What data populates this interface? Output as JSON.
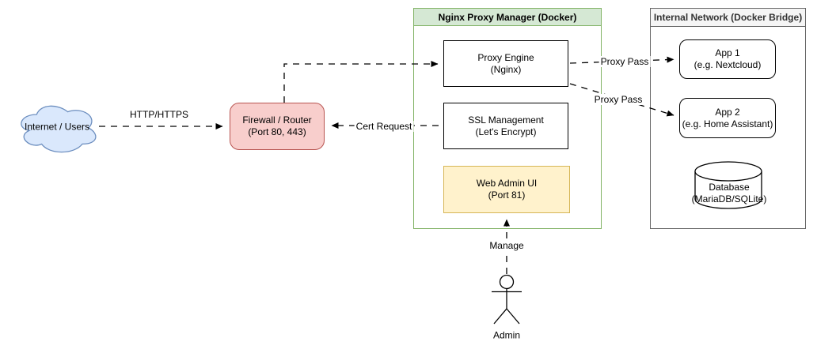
{
  "diagram": {
    "nodes": {
      "internet": {
        "label": "Internet / Users"
      },
      "firewall": {
        "line1": "Firewall / Router",
        "line2": "(Port 80, 443)"
      },
      "npm_container": {
        "title": "Nginx Proxy Manager (Docker)"
      },
      "proxy_engine": {
        "line1": "Proxy Engine",
        "line2": "(Nginx)"
      },
      "ssl_management": {
        "line1": "SSL Management",
        "line2": "(Let's Encrypt)"
      },
      "web_admin": {
        "line1": "Web Admin UI",
        "line2": "(Port 81)"
      },
      "internal_container": {
        "title": "Internal Network (Docker Bridge)"
      },
      "app1": {
        "line1": "App 1",
        "line2": "(e.g. Nextcloud)"
      },
      "app2": {
        "line1": "App 2",
        "line2": "(e.g. Home Assistant)"
      },
      "database": {
        "line1": "Database",
        "line2": "(MariaDB/SQLite)"
      },
      "admin": {
        "label": "Admin"
      }
    },
    "edges": {
      "http": "HTTP/HTTPS",
      "cert_request": "Cert Request",
      "proxy_pass_1": "Proxy Pass",
      "proxy_pass_2": "Proxy Pass",
      "manage": "Manage"
    },
    "colors": {
      "cloud_fill": "#dae8fc",
      "cloud_border": "#6c8ebf",
      "firewall_fill": "#f8cecc",
      "firewall_border": "#b85450",
      "npm_header_fill": "#d5e8d4",
      "npm_border": "#82b366",
      "web_admin_fill": "#fff2cc",
      "web_admin_border": "#d6b656",
      "internal_header_fill": "#f5f5f5",
      "internal_border": "#666666",
      "line_color": "#000000"
    }
  }
}
